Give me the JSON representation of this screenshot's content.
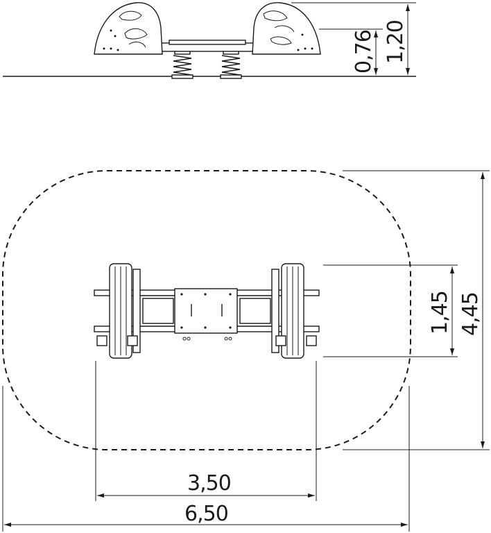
{
  "drawing": {
    "elevation": {
      "dim_seat_height": "0,76",
      "dim_total_height": "1,20"
    },
    "plan": {
      "dim_equipment_depth": "1,45",
      "dim_safety_depth": "4,45",
      "dim_equipment_width": "3,50",
      "dim_safety_width": "6,50"
    }
  }
}
